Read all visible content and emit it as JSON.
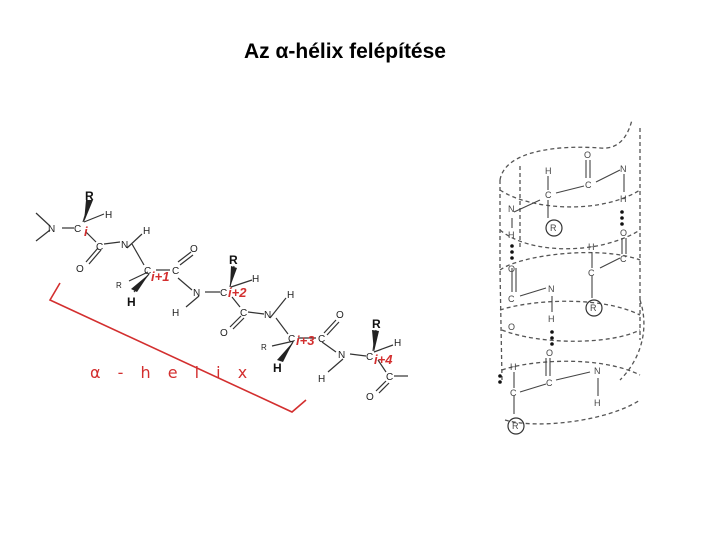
{
  "title": "Az α-hélix felépítése",
  "chain": {
    "residue_labels": [
      "i",
      "i+1",
      "i+2",
      "i+3",
      "i+4"
    ],
    "helix_label": "α - h e l i x",
    "atoms": {
      "carbon": "C",
      "nitrogen": "N",
      "oxygen": "O",
      "hydrogen": "H",
      "side_chain": "R"
    }
  },
  "helix_model": {
    "side_chain": "R",
    "atoms": {
      "carbon": "C",
      "nitrogen": "N",
      "oxygen": "O",
      "hydrogen": "H"
    }
  },
  "colors": {
    "accent_red": "#d32f2f",
    "bond": "#333333",
    "dashed": "#555555"
  }
}
